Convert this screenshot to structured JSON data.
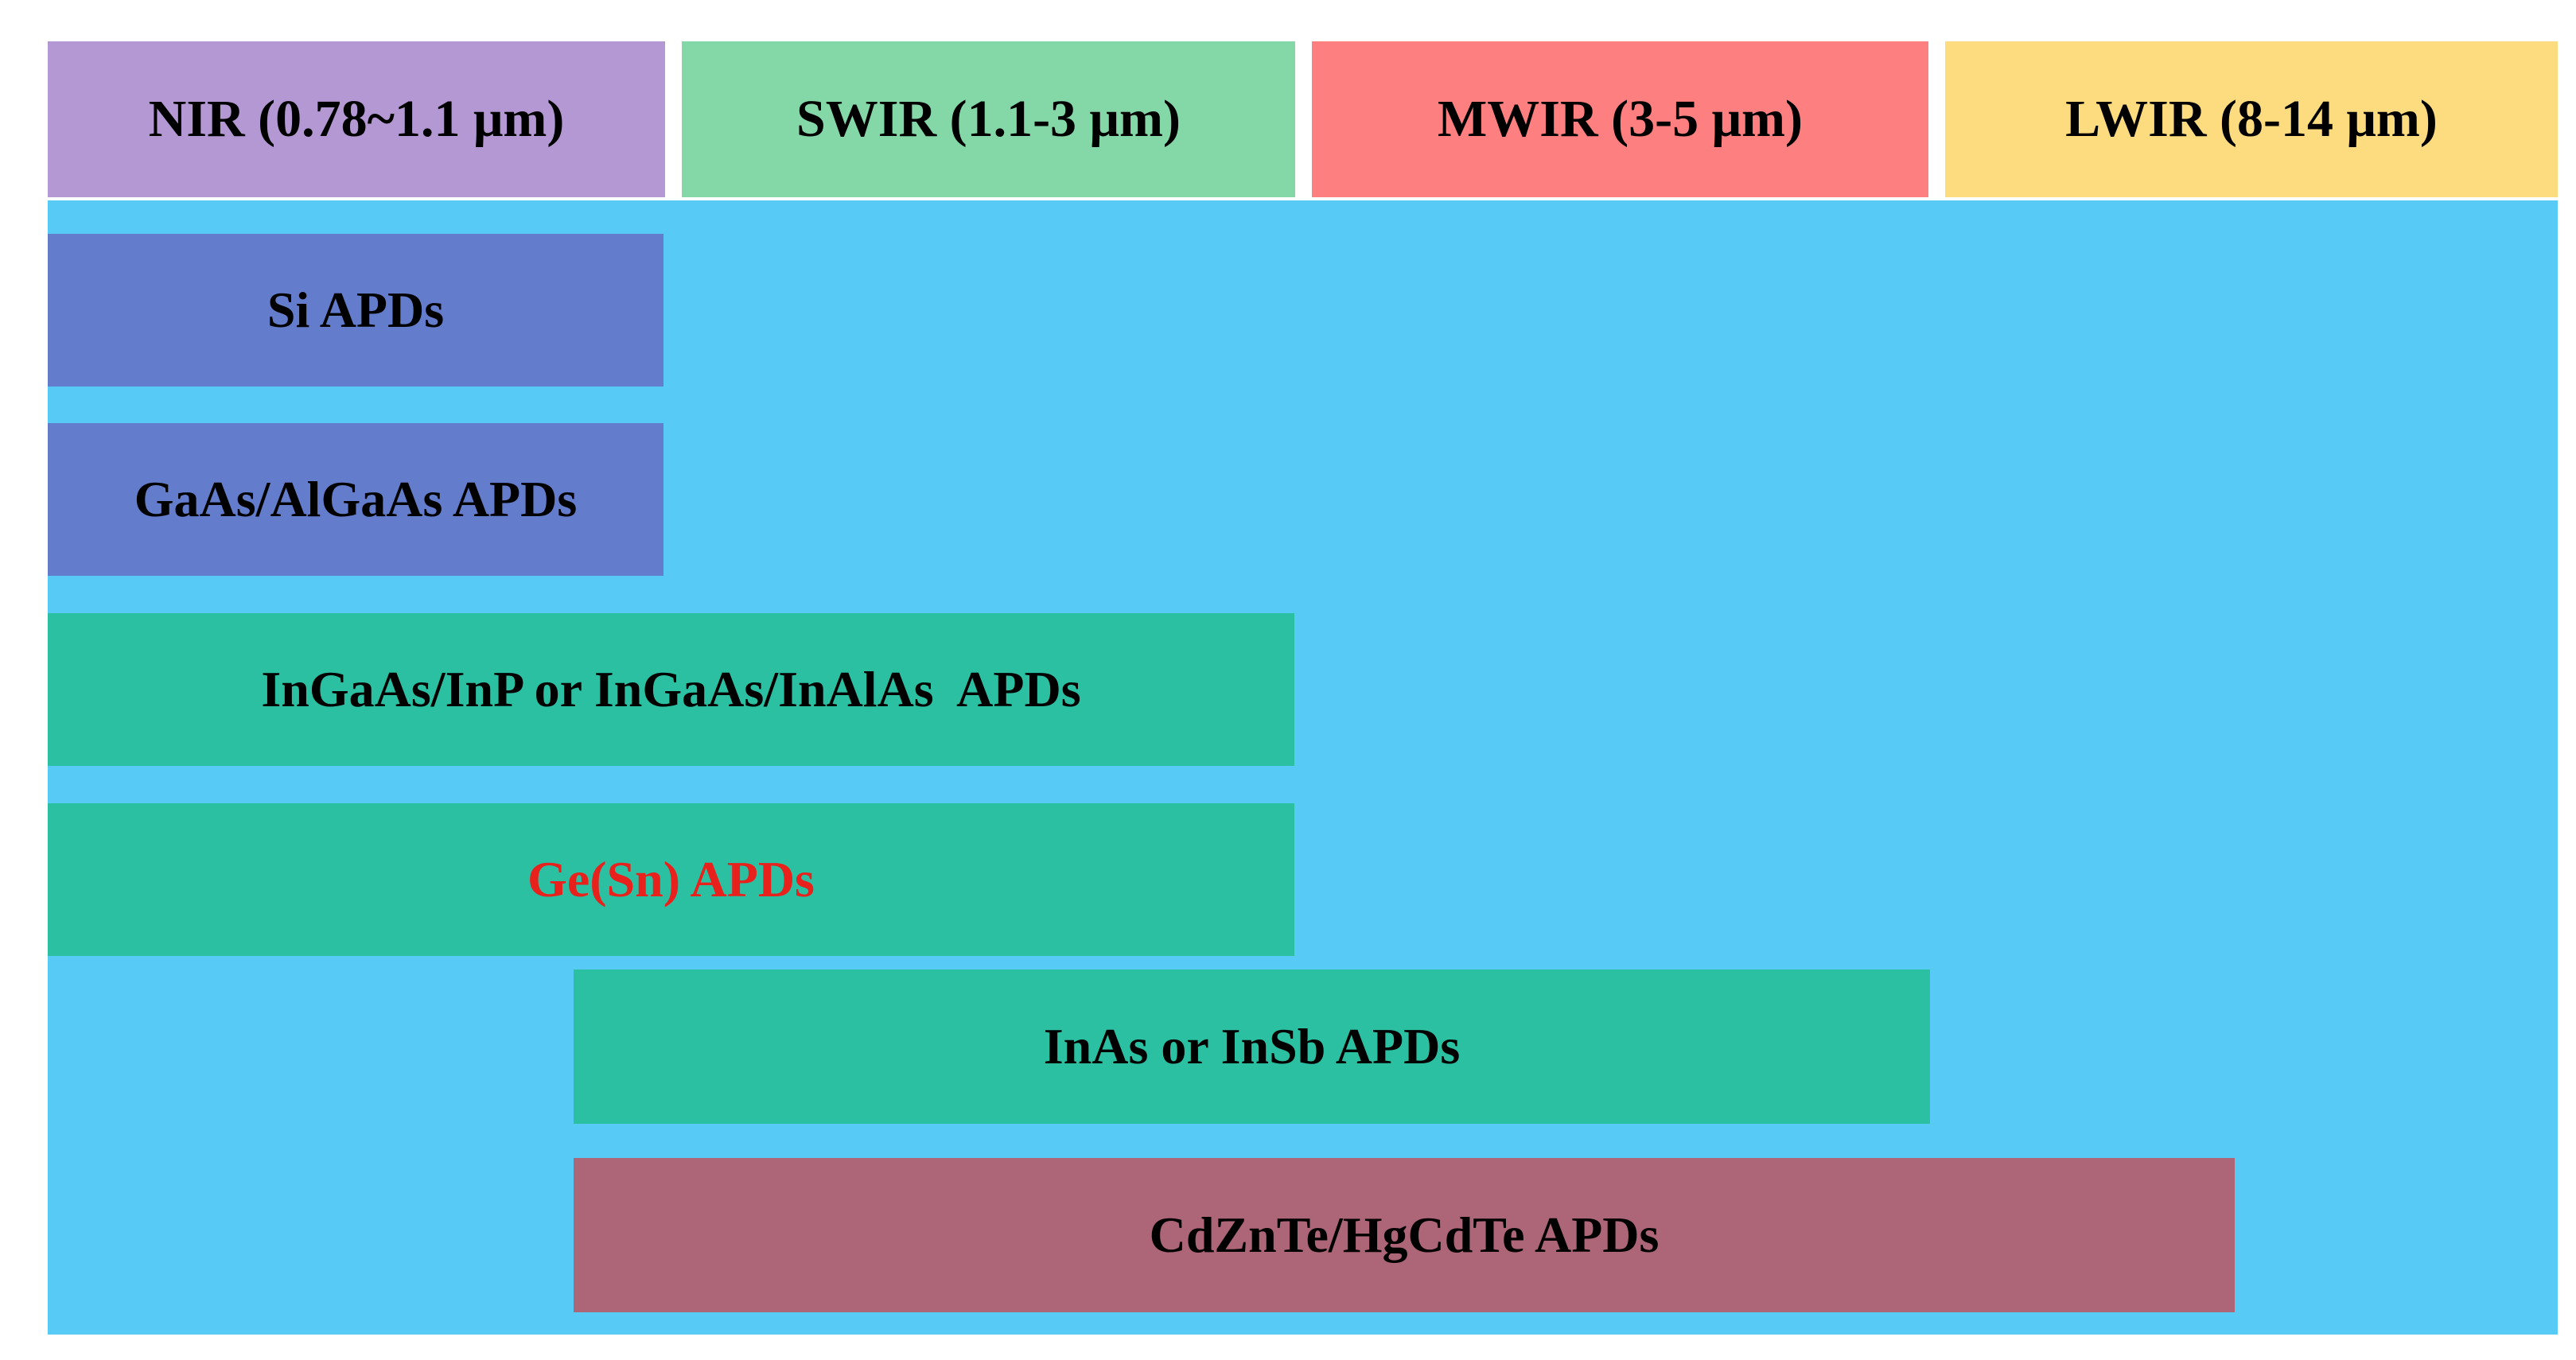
{
  "bands": [
    {
      "label": "NIR (0.78~1.1 μm)",
      "color": "#b498d3"
    },
    {
      "label": "SWIR (1.1-3 μm)",
      "color": "#84d8a8"
    },
    {
      "label": "MWIR (3-5 μm)",
      "color": "#fe7f7f"
    },
    {
      "label": "LWIR (8-14 μm)",
      "color": "#fddc7f"
    }
  ],
  "panel_color": "#57cbf6",
  "detectors": [
    {
      "label": "Si APDs",
      "color": "#637ccb",
      "text_color": "#000000"
    },
    {
      "label": "GaAs/AlGaAs APDs",
      "color": "#637ccb",
      "text_color": "#000000"
    },
    {
      "label": "InGaAs/InP or InGaAs/InAlAs  APDs",
      "color": "#2cc0a3",
      "text_color": "#000000"
    },
    {
      "label": "Ge(Sn) APDs",
      "color": "#2cc0a3",
      "text_color": "#e8211d"
    },
    {
      "label": "InAs or InSb APDs",
      "color": "#2cc0a3",
      "text_color": "#000000"
    },
    {
      "label": "CdZnTe/HgCdTe APDs",
      "color": "#ad6578",
      "text_color": "#000000"
    }
  ]
}
